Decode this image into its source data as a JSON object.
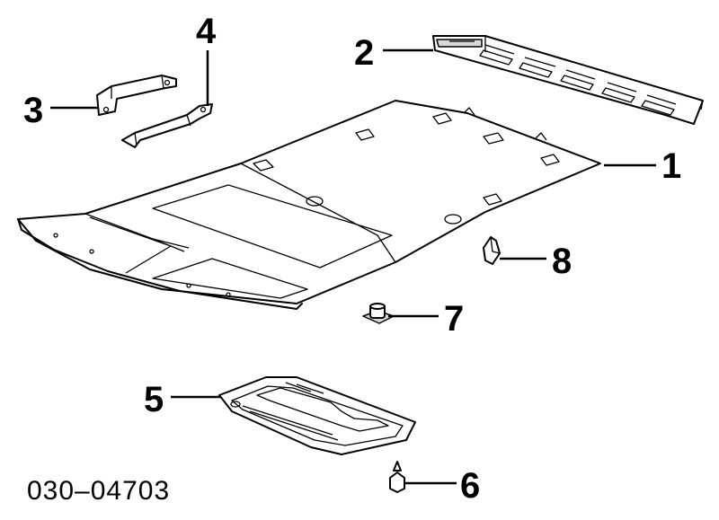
{
  "callouts": [
    "1",
    "2",
    "3",
    "4",
    "5",
    "6",
    "7",
    "8"
  ],
  "diagram_code": "030–04703"
}
